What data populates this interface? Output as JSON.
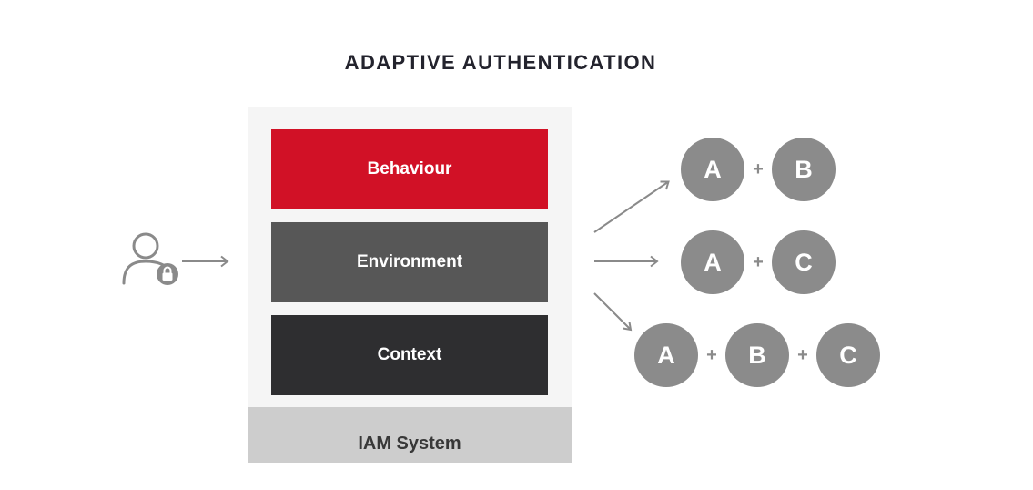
{
  "title": "ADAPTIVE AUTHENTICATION",
  "user_input": {
    "icon": "user-lock-icon",
    "arrow_icon": "arrow-right-icon"
  },
  "pipeline": {
    "factors": [
      {
        "label": "Behaviour",
        "color": "#d11126"
      },
      {
        "label": "Environment",
        "color": "#575757"
      },
      {
        "label": "Context",
        "color": "#2e2e30"
      }
    ],
    "system_label": "IAM System",
    "panel_color": "#f5f5f5",
    "band_color": "#cdcdcd"
  },
  "fan_arrows": [
    "arrow-up-right-icon",
    "arrow-right-icon",
    "arrow-down-right-icon"
  ],
  "plus_label": "+",
  "combinations": [
    {
      "items": [
        "A",
        "B"
      ]
    },
    {
      "items": [
        "A",
        "C"
      ]
    },
    {
      "items": [
        "A",
        "B",
        "C"
      ]
    }
  ],
  "colors": {
    "accent_red": "#d11126",
    "dark_gray": "#575757",
    "near_black": "#2e2e30",
    "band_gray": "#cdcdcd",
    "panel_gray": "#f5f5f5",
    "circle_gray": "#8b8b8b",
    "icon_gray": "#8a8a8a",
    "title_text": "#23232d",
    "white": "#ffffff"
  }
}
